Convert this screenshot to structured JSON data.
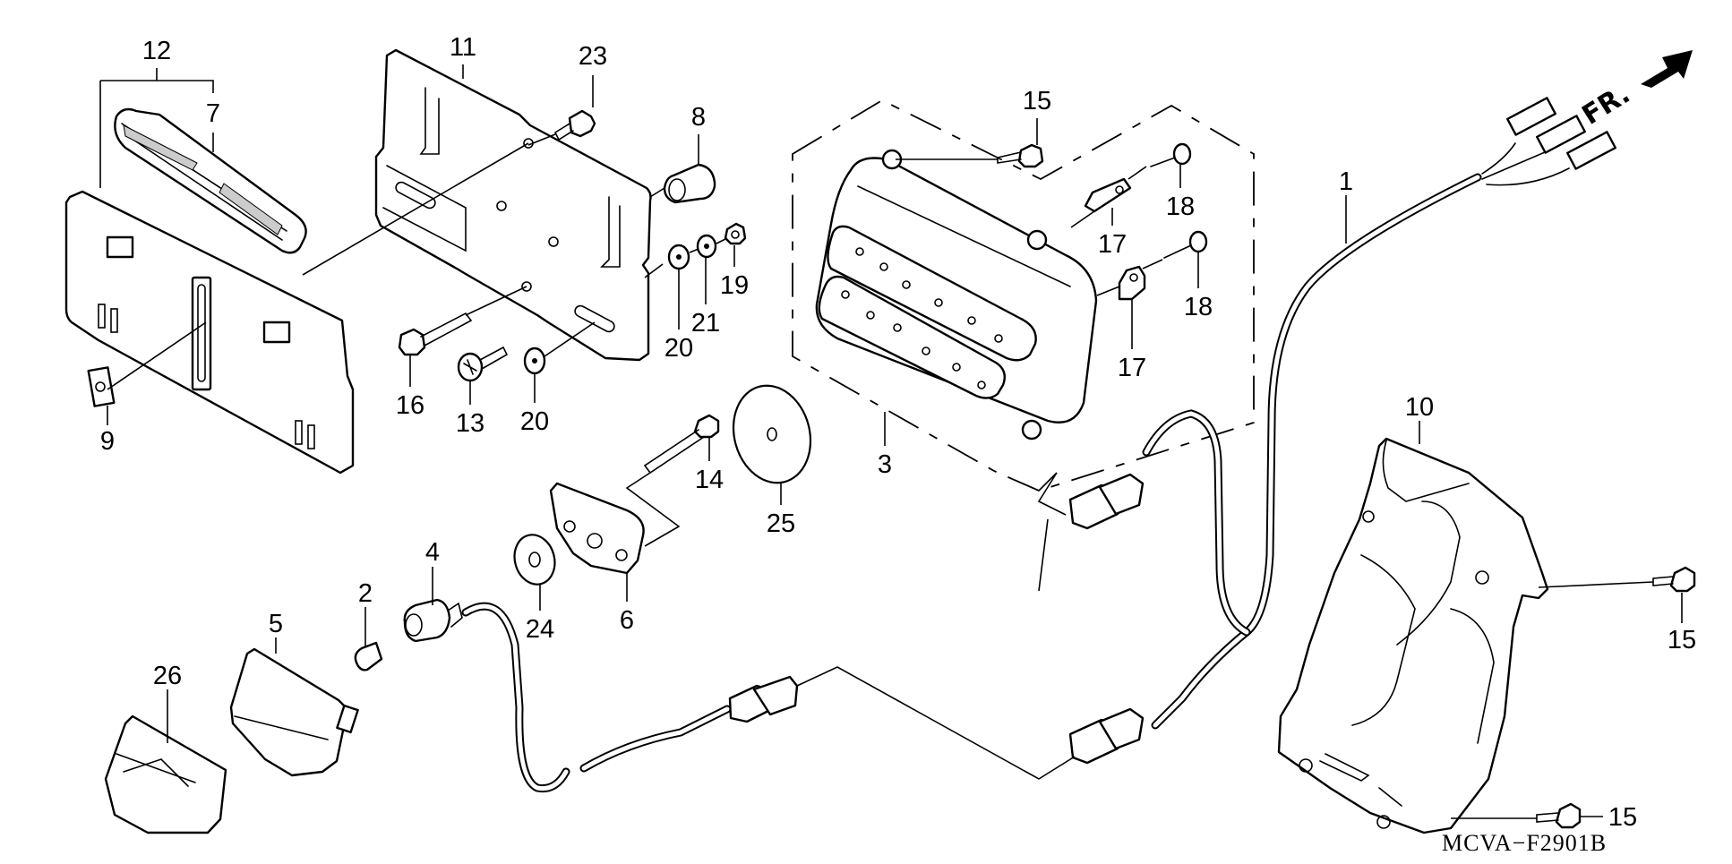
{
  "diagram": {
    "title": "Rear license light / tail light assembly exploded view",
    "drawing_code": "MCVA−F2901B",
    "direction_indicator": {
      "text": "FR.",
      "icon": "front-direction-arrow-icon"
    },
    "callouts": [
      {
        "id": "c12",
        "number": "12",
        "part": "license-plate-bracket-set"
      },
      {
        "id": "c7",
        "number": "7",
        "part": "rear-reflector"
      },
      {
        "id": "c9",
        "number": "9",
        "part": "clip-nut"
      },
      {
        "id": "c11",
        "number": "11",
        "part": "license-plate-stay"
      },
      {
        "id": "c23",
        "number": "23",
        "part": "flange-bolt"
      },
      {
        "id": "c8",
        "number": "8",
        "part": "collar"
      },
      {
        "id": "c19",
        "number": "19",
        "part": "nut"
      },
      {
        "id": "c21",
        "number": "21",
        "part": "spring-washer"
      },
      {
        "id": "c20a",
        "number": "20",
        "part": "washer"
      },
      {
        "id": "c20b",
        "number": "20",
        "part": "washer"
      },
      {
        "id": "c16",
        "number": "16",
        "part": "flange-bolt"
      },
      {
        "id": "c13",
        "number": "13",
        "part": "screw"
      },
      {
        "id": "c15a",
        "number": "15",
        "part": "flange-bolt"
      },
      {
        "id": "c18a",
        "number": "18",
        "part": "tapping-screw"
      },
      {
        "id": "c17a",
        "number": "17",
        "part": "wire-clip"
      },
      {
        "id": "c18b",
        "number": "18",
        "part": "tapping-screw"
      },
      {
        "id": "c17b",
        "number": "17",
        "part": "wire-clip"
      },
      {
        "id": "c3",
        "number": "3",
        "part": "tail-light-unit"
      },
      {
        "id": "c14",
        "number": "14",
        "part": "flange-bolt"
      },
      {
        "id": "c25",
        "number": "25",
        "part": "seal"
      },
      {
        "id": "c6",
        "number": "6",
        "part": "license-light-base"
      },
      {
        "id": "c24",
        "number": "24",
        "part": "rubber-seal"
      },
      {
        "id": "c4",
        "number": "4",
        "part": "bulb-socket"
      },
      {
        "id": "c2",
        "number": "2",
        "part": "bulb"
      },
      {
        "id": "c5",
        "number": "5",
        "part": "license-light-lens"
      },
      {
        "id": "c26",
        "number": "26",
        "part": "license-light-cover"
      },
      {
        "id": "c1",
        "number": "1",
        "part": "wire-harness"
      },
      {
        "id": "c10",
        "number": "10",
        "part": "rear-fender-panel"
      },
      {
        "id": "c15b",
        "number": "15",
        "part": "flange-bolt"
      },
      {
        "id": "c15c",
        "number": "15",
        "part": "flange-bolt"
      }
    ]
  }
}
